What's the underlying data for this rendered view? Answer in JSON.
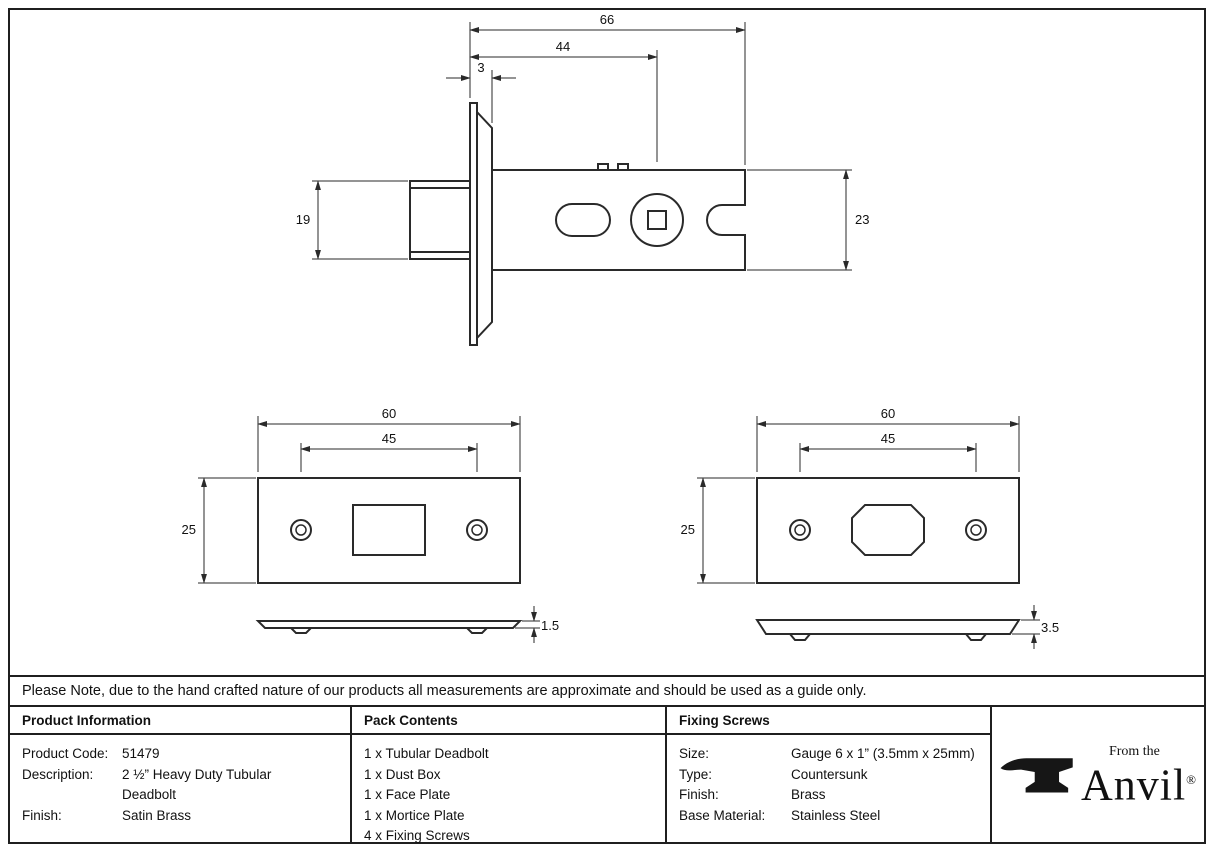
{
  "dims": {
    "main": {
      "overall": "66",
      "to_spindle": "44",
      "plate": "3",
      "bolt": "19",
      "case": "23"
    },
    "left_plate": {
      "width": "60",
      "centres": "45",
      "height": "25",
      "thickness": "1.5"
    },
    "right_plate": {
      "width": "60",
      "centres": "45",
      "height": "25",
      "thickness": "3.5"
    }
  },
  "note": "Please Note, due to the hand crafted nature of our products all measurements are approximate and should be used as a guide only.",
  "table": {
    "product": {
      "header": "Product Information",
      "rows": [
        {
          "label": "Product Code:",
          "value": "51479"
        },
        {
          "label": "Description:",
          "value": "2 ½” Heavy Duty Tubular Deadbolt"
        },
        {
          "label": "Finish:",
          "value": "Satin Brass"
        }
      ]
    },
    "pack": {
      "header": "Pack Contents",
      "items": [
        "1 x Tubular Deadbolt",
        "1 x Dust Box",
        "1 x Face Plate",
        "1 x Mortice Plate",
        "4 x Fixing Screws"
      ]
    },
    "screws": {
      "header": "Fixing Screws",
      "rows": [
        {
          "label": "Size:",
          "value": "Gauge 6 x 1” (3.5mm x 25mm)"
        },
        {
          "label": "Type:",
          "value": "Countersunk"
        },
        {
          "label": "Finish:",
          "value": "Brass"
        },
        {
          "label": "Base Material:",
          "value": "Stainless Steel"
        }
      ]
    },
    "logo": {
      "tagline": "From the",
      "brand": "Anvil",
      "mark": "®"
    }
  }
}
